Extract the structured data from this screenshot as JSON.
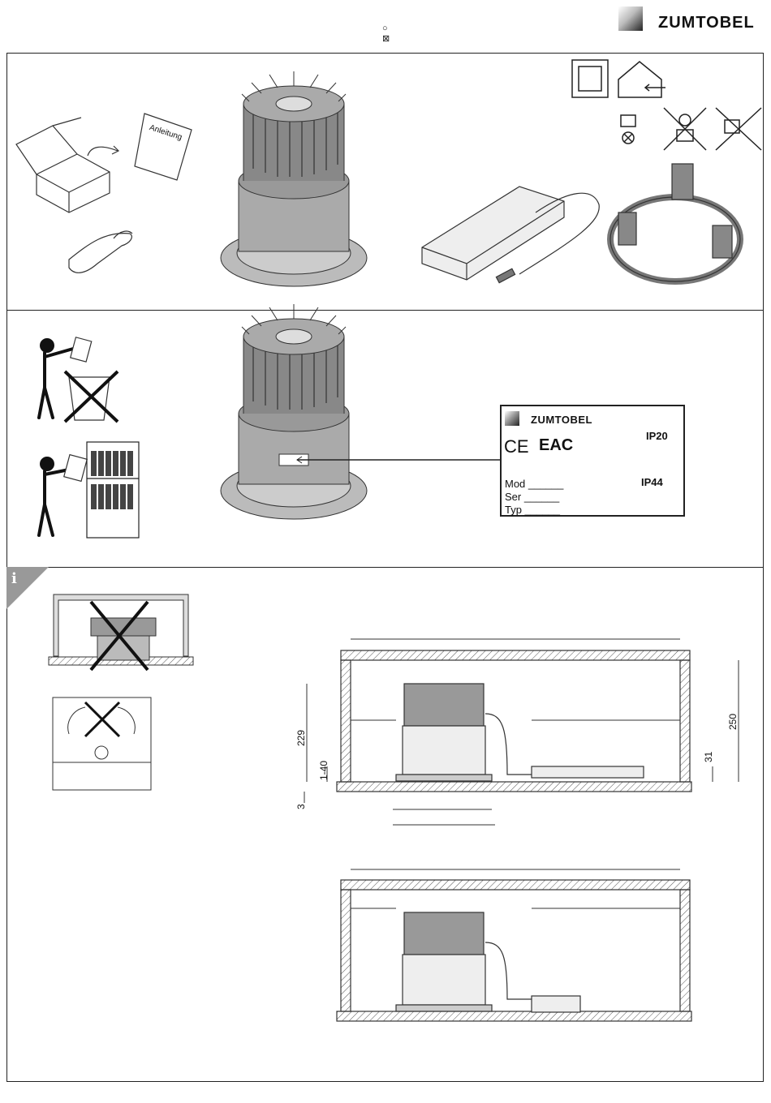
{
  "brand": "ZUMTOBEL",
  "top_symbols": [
    "○",
    "⊠"
  ],
  "panel1": {
    "manual_label": "Anleitung"
  },
  "label": {
    "brand": "ZUMTOBEL",
    "ce": "CE",
    "eac": "EAC",
    "ip20": "IP20",
    "ip44": "IP44",
    "rows": [
      "Mod",
      "Ser",
      "Typ"
    ],
    "dashes": "______"
  },
  "info_icon": "i",
  "dimensions": {
    "d229": "229",
    "d1_40": "1-40",
    "d3": "3",
    "d250": "250",
    "d31": "31"
  }
}
